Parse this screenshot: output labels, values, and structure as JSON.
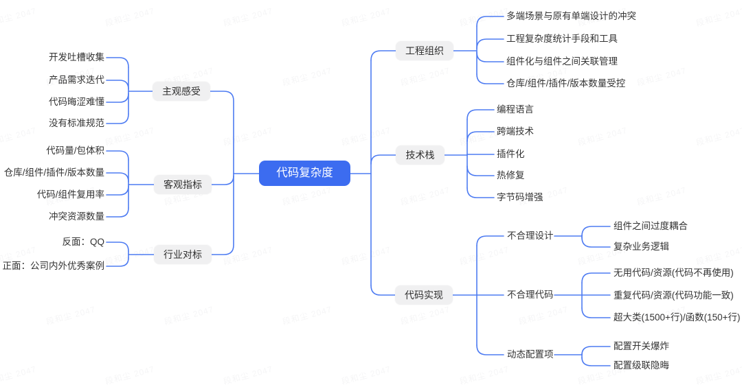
{
  "watermark": {
    "text": "段和尘 2047"
  },
  "root": {
    "label": "代码复杂度"
  },
  "colors": {
    "root_bg": "#3c6cf0",
    "root_text": "#ffffff",
    "connector": "#4d7bf2",
    "node_bg": "#f0f0f1",
    "leaf_text": "#333333"
  },
  "left": {
    "branches": [
      {
        "label": "主观感受",
        "children": [
          "开发吐槽收集",
          "产品需求迭代",
          "代码晦涩难懂",
          "没有标准规范"
        ]
      },
      {
        "label": "客观指标",
        "children": [
          "代码量/包体积",
          "仓库/组件/插件/版本数量",
          "代码/组件复用率",
          "冲突资源数量"
        ]
      },
      {
        "label": "行业对标",
        "children": [
          "反面：QQ",
          "正面：公司内外优秀案例"
        ]
      }
    ]
  },
  "right": {
    "branches": [
      {
        "label": "工程组织",
        "children": [
          "多端场景与原有单端设计的冲突",
          "工程复杂度统计手段和工具",
          "组件化与组件之间关联管理",
          "仓库/组件/插件/版本数量受控"
        ]
      },
      {
        "label": "技术栈",
        "children": [
          "编程语言",
          "跨端技术",
          "插件化",
          "热修复",
          "字节码增强"
        ]
      },
      {
        "label": "代码实现",
        "children": [
          {
            "label": "不合理设计",
            "children": [
              "组件之间过度耦合",
              "复杂业务逻辑"
            ]
          },
          {
            "label": "不合理代码",
            "children": [
              "无用代码/资源(代码不再使用)",
              "重复代码/资源(代码功能一致)",
              "超大类(1500+行)/函数(150+行)"
            ]
          },
          {
            "label": "动态配置项",
            "children": [
              "配置开关爆炸",
              "配置级联隐晦"
            ]
          }
        ]
      }
    ]
  }
}
